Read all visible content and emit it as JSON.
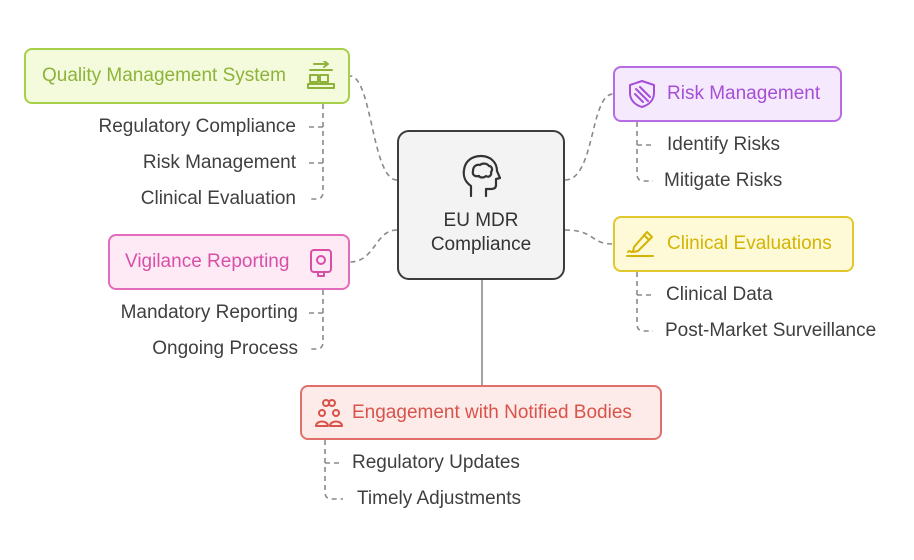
{
  "center": {
    "title_line1": "EU MDR",
    "title_line2": "Compliance",
    "icon": "head-brain-icon"
  },
  "branches": {
    "qms": {
      "title": "Quality Management System",
      "icon": "conveyor-icon",
      "color": "#8fb33a",
      "fill": "#f3fbdc",
      "border": "#a6d04a",
      "items": [
        "Regulatory Compliance",
        "Risk Management",
        "Clinical Evaluation"
      ]
    },
    "vigilance": {
      "title": "Vigilance Reporting",
      "icon": "report-device-icon",
      "color": "#d94fa8",
      "fill": "#fdeaf5",
      "border": "#e36bbb",
      "items": [
        "Mandatory Reporting",
        "Ongoing Process"
      ]
    },
    "risk": {
      "title": "Risk Management",
      "icon": "shield-icon",
      "color": "#a64ed6",
      "fill": "#f5eafd",
      "border": "#b96be3",
      "items": [
        "Identify Risks",
        "Mitigate Risks"
      ]
    },
    "clinical": {
      "title": "Clinical Evaluations",
      "icon": "pen-sign-icon",
      "color": "#d4b400",
      "fill": "#fefad8",
      "border": "#e0c82c",
      "items": [
        "Clinical Data",
        "Post-Market Surveillance"
      ]
    },
    "notified": {
      "title": "Engagement with Notified Bodies",
      "icon": "people-group-icon",
      "color": "#d9534a",
      "fill": "#fdebea",
      "border": "#e2706a",
      "items": [
        "Regulatory Updates",
        "Timely Adjustments"
      ]
    }
  },
  "colors": {
    "connector": "#8a8a8a",
    "center_border": "#3c3c3c",
    "center_fill": "#f3f3f3"
  }
}
